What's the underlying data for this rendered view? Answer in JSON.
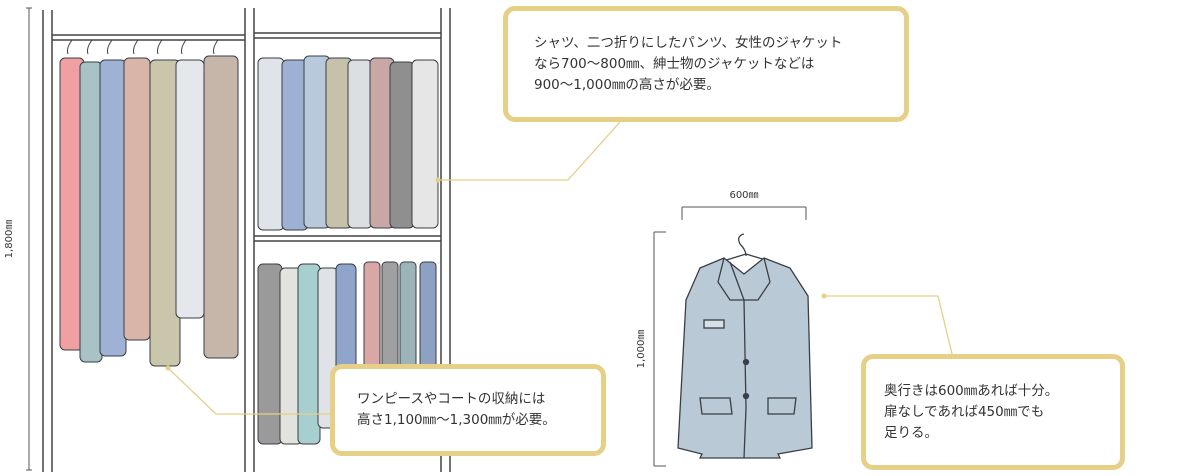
{
  "dimensions": {
    "height_total": "1,800㎜",
    "width_depth": "600㎜",
    "height_coat": "1,000㎜"
  },
  "callouts": {
    "top": {
      "line1": "シャツ、二つ折りにしたパンツ、女性のジャケット",
      "line2": "なら700〜800㎜、紳士物のジャケットなどは",
      "line3": "900〜1,000㎜の高さが必要。"
    },
    "bottom": {
      "line1": "ワンピースやコートの収納には",
      "line2": "高さ1,100㎜〜1,300㎜が必要。"
    },
    "right": {
      "line1": "奥行きは600㎜あれば十分。",
      "line2": "扉なしであれば450㎜でも",
      "line3": "足りる。"
    }
  },
  "colors": {
    "callout_border": "#e6cf86",
    "leader_line": "#e6cf86",
    "frame": "#444444",
    "coat": "#b9c9d6",
    "coat_outline": "#3a3f45"
  }
}
